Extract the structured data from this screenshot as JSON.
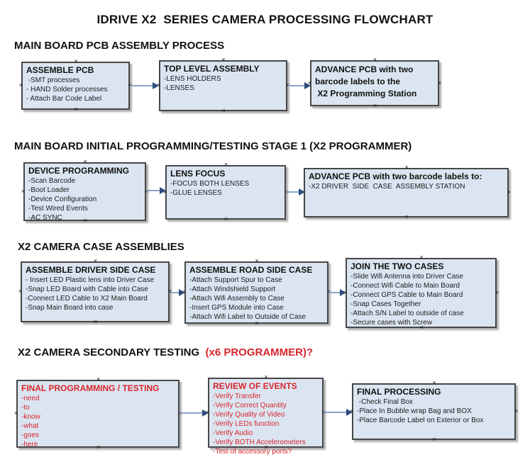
{
  "page_title": "IDRIVE X2  SERIES CAMERA PROCESSING FLOWCHART",
  "theme": {
    "box_fill": "#dbe5f1",
    "box_border": "#474747",
    "arrow_line": "#8aa3c8",
    "arrow_head": "#2e4d7b",
    "red": "#d9262c",
    "text": "#1c1c1c"
  },
  "connector_mark": "×",
  "sections": [
    {
      "heading": "MAIN BOARD PCB ASSEMBLY PROCESS",
      "boxes": [
        {
          "title": "ASSEMBLE PCB",
          "items": [
            " -SMT processes",
            "- HAND Solder processes",
            "- Attach Bar Code Label"
          ]
        },
        {
          "title": "TOP LEVEL ASSEMBLY",
          "items": [
            "-LENS HOLDERS",
            "-LENSES"
          ]
        },
        {
          "title": "ADVANCE PCB with two",
          "items": [
            "barcode labels to the",
            " X2 Programming Station"
          ]
        }
      ]
    },
    {
      "heading": "MAIN BOARD INITIAL PROGRAMMING/TESTING STAGE 1 (X2 PROGRAMMER)",
      "boxes": [
        {
          "title": "DEVICE PROGRAMMING",
          "items": [
            "-Scan Barcode",
            "-Boot Loader",
            "-Device Configuration",
            "-Test Wired Events",
            "-AC SYNC"
          ]
        },
        {
          "title": "LENS FOCUS",
          "items": [
            "-FOCUS BOTH LENSES",
            "-GLUE LENSES"
          ]
        },
        {
          "title": "ADVANCE PCB with two barcode labels to:",
          "items": [
            "-X2 DRIVER  SIDE  CASE  ASSEMBLY STATION"
          ]
        }
      ]
    },
    {
      "heading": "X2 CAMERA CASE ASSEMBLIES",
      "boxes": [
        {
          "title": "ASSEMBLE DRIVER SIDE CASE",
          "items": [
            "- Insert LED Plastic lens into Driver Case",
            "-Snap LED Board with Cable into Case",
            "-Connect LED Cable to X2 Main Board",
            "-Snap Main Board into case"
          ]
        },
        {
          "title": "ASSEMBLE ROAD SIDE CASE",
          "items": [
            "-Attach Support Spur to Case",
            "-Attach Windshield Support",
            "-Attach Wifi Assembly to Case",
            "-Insert GPS Module into Case",
            "-Attach Wifi Label to Outside of Case"
          ]
        },
        {
          "title": "JOIN THE TWO CASES",
          "items": [
            "-Slide Wifi Antenna into Driver Case",
            "-Connect Wifi Cable to Main Board",
            "-Connect GPS Cable to Main Board",
            "-Snap Cases Together",
            "-Attach S/N Label to outside of case",
            "-Secure cases with Screw"
          ]
        }
      ]
    },
    {
      "heading": "X2 CAMERA SECONDARY TESTING ",
      "heading_red": " (x6 PROGRAMMER)?",
      "boxes": [
        {
          "title": "FINAL PROGRAMMING / TESTING",
          "items": [
            "-need",
            "-to",
            "-know",
            "-what",
            "-goes",
            "-here"
          ]
        },
        {
          "title": "REVIEW OF EVENTS",
          "items": [
            "-Verify Transfer",
            "-Verify Correct Quantity",
            "-Verify Quality of Video",
            "-Verify LEDs function",
            "-Verify Audio",
            "-Verify BOTH Accelerometers",
            "-Test of accessory ports?"
          ]
        },
        {
          "title": "FINAL PROCESSING",
          "items": [
            " -Check Final Box",
            "-Place In Bubble wrap Bag and BOX",
            "-Place Barcode Label on Exterior or Box"
          ]
        }
      ]
    }
  ]
}
